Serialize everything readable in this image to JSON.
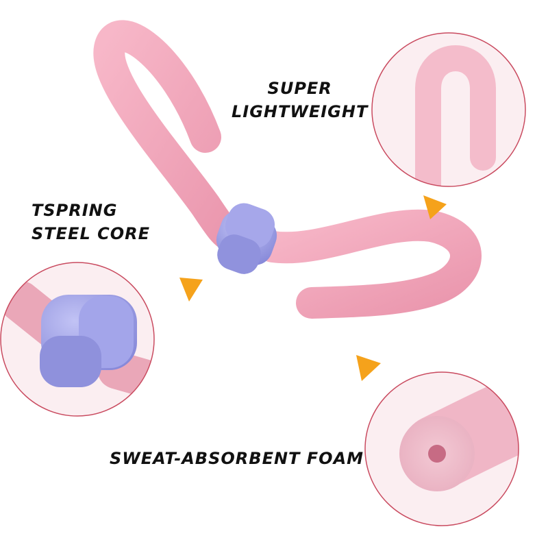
{
  "labels": {
    "super_lightweight": {
      "line1": "SUPER",
      "line2": "LIGHTWEIGHT"
    },
    "steel_core": {
      "line1": "TSPRING",
      "line2": "STEEL CORE"
    },
    "foam": "SWEAT-ABSORBENT FOAM"
  },
  "colors": {
    "foam_pink": "#f0a4b9",
    "foam_pink_light": "#f6c4d1",
    "connector_purple": "#9d9ee4",
    "circle_border": "#c94a5f",
    "arrow_orange": "#f5a21b",
    "text": "#111111"
  }
}
